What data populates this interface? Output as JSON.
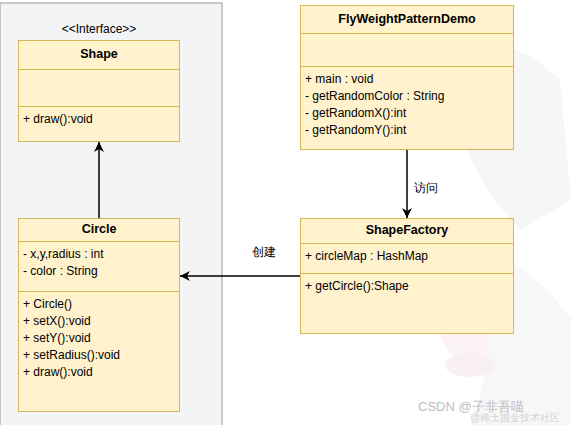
{
  "diagram": {
    "nodes": [
      {
        "text": [
          "<<Interface>>",
          "Shape",
          "+ draw():void"
        ]
      },
      {
        "text": [
          "FlyWeightPatternDemo",
          "+ main : void",
          "- getRandomColor : String",
          "- getRandomX():int",
          "- getRandomY():int"
        ]
      },
      {
        "text": [
          "Circle",
          "- x,y,radius : int",
          "- color : String",
          "+ Circle()",
          "+ setX():void",
          "+ setY():void",
          "+ setRadius():void",
          "+ draw():void"
        ]
      },
      {
        "text": [
          "ShapeFactory",
          "+ circleMap : HashMap",
          "+ getCircle():Shape"
        ]
      }
    ],
    "edges": [
      {
        "from": 2,
        "to": 0,
        "arrow": "to"
      },
      {
        "from": 1,
        "to": 3,
        "label": "访问",
        "arrow": "to"
      },
      {
        "from": 3,
        "to": 2,
        "label": "创建",
        "arrow": "to"
      }
    ],
    "labels": [
      "CSDN @子非吾喵",
      "@稀土掘金技术社区"
    ]
  }
}
